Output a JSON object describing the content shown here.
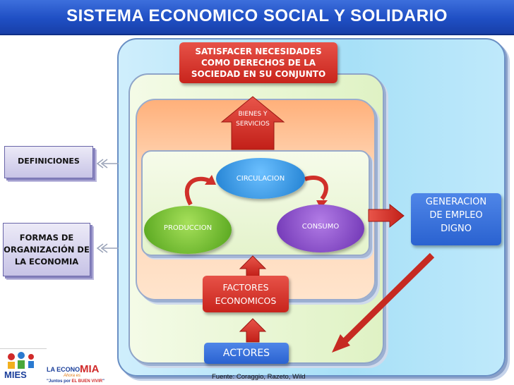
{
  "title": "SISTEMA ECONOMICO SOCIAL Y SOLIDARIO",
  "boxes": {
    "satisfacer": [
      "SATISFACER NECESIDADES",
      "COMO DERECHOS DE LA",
      "SOCIEDAD EN SU CONJUNTO"
    ],
    "bienes_servicios": [
      "BIENES Y",
      "SERVICIOS"
    ],
    "circulacion": "CIRCULACION",
    "produccion": "PRODUCCION",
    "consumo": "CONSUMO",
    "factores": [
      "FACTORES",
      "ECONOMICOS"
    ],
    "actores": "ACTORES",
    "generacion": [
      "GENERACION",
      "DE EMPLEO",
      "DIGNO"
    ],
    "definiciones": "DEFINICIONES",
    "formas": [
      "FORMAS DE",
      "ORGANIZACIÓN DE",
      "LA ECONOMIA"
    ]
  },
  "source": "Fuente: Coraggio,  Razeto, Wild",
  "logo": {
    "mies": "MIES",
    "la_econo": "LA ECONO",
    "mia": "MIA",
    "ahora_es": "Ahora es",
    "slogan_prefix": "\"Juntos por ",
    "slogan_highlight": "EL BUEN VIVIR",
    "slogan_suffix": "\""
  },
  "colors": {
    "title_bar": "#1f4fc4",
    "red_box": "#d0302a",
    "blue_box": "#2a62d0",
    "green_oval": "#5aa820",
    "purple_oval": "#7b3bc0",
    "cyan_oval": "#2a8fe0",
    "outer_layer": "#a7e0f7",
    "orange_layer": "#ffb07a"
  }
}
